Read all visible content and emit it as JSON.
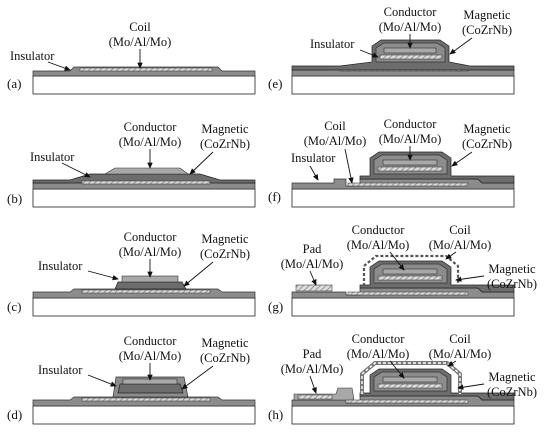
{
  "panels": {
    "a": {
      "tag": "(a)",
      "insulator": "Insulator",
      "coil_1": "Coil",
      "coil_2": "(Mo/Al/Mo)"
    },
    "b": {
      "tag": "(b)",
      "insulator": "Insulator",
      "conductor_1": "Conductor",
      "conductor_2": "(Mo/Al/Mo)",
      "magnetic_1": "Magnetic",
      "magnetic_2": "(CoZrNb)"
    },
    "c": {
      "tag": "(c)",
      "insulator": "Insulator",
      "conductor_1": "Conductor",
      "conductor_2": "(Mo/Al/Mo)",
      "magnetic_1": "Magnetic",
      "magnetic_2": "(CoZrNb)"
    },
    "d": {
      "tag": "(d)",
      "insulator": "Insulator",
      "conductor_1": "Conductor",
      "conductor_2": "(Mo/Al/Mo)",
      "magnetic_1": "Magnetic",
      "magnetic_2": "(CoZrNb)"
    },
    "e": {
      "tag": "(e)",
      "insulator": "Insulator",
      "conductor_1": "Conductor",
      "conductor_2": "(Mo/Al/Mo)",
      "magnetic_1": "Magnetic",
      "magnetic_2": "(CoZrNb)"
    },
    "f": {
      "tag": "(f)",
      "insulator": "Insulator",
      "coil_1": "Coil",
      "coil_2": "(Mo/Al/Mo)",
      "conductor_1": "Conductor",
      "conductor_2": "(Mo/Al/Mo)",
      "magnetic_1": "Magnetic",
      "magnetic_2": "(CoZrNb)"
    },
    "g": {
      "tag": "(g)",
      "pad_1": "Pad",
      "pad_2": "(Mo/Al/Mo)",
      "conductor_1": "Conductor",
      "conductor_2": "(Mo/Al/Mo)",
      "coil_1": "Coil",
      "coil_2": "(Mo/Al/Mo)",
      "magnetic_1": "Magnetic",
      "magnetic_2": "(CoZrNb)"
    },
    "h": {
      "tag": "(h)",
      "pad_1": "Pad",
      "pad_2": "(Mo/Al/Mo)",
      "conductor_1": "Conductor",
      "conductor_2": "(Mo/Al/Mo)",
      "coil_1": "Coil",
      "coil_2": "(Mo/Al/Mo)",
      "magnetic_1": "Magnetic",
      "magnetic_2": "(CoZrNb)"
    }
  },
  "colors": {
    "substrate": "#ffffff",
    "insulator": "#8c8c8c",
    "magnetic": "#6d6d6d",
    "conductor": "#a8a8a8",
    "coil_hatch": "#7a7a7a"
  }
}
